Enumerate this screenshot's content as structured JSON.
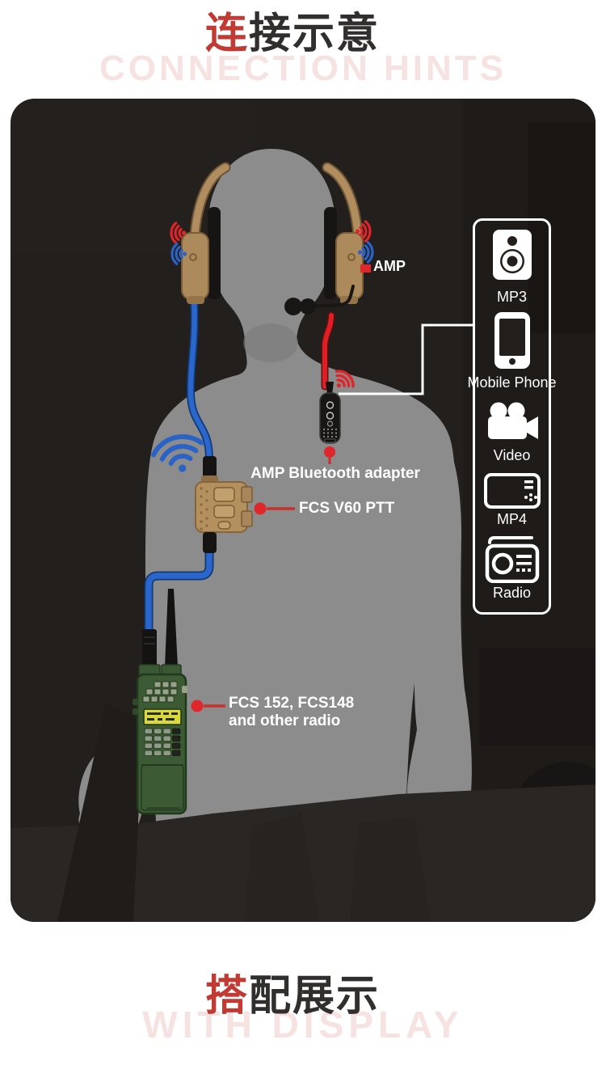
{
  "header": {
    "title_red": "连",
    "title_black": "接示意",
    "watermark": "CONNECTION HINTS"
  },
  "footer": {
    "title_red": "搭",
    "title_black": "配展示",
    "watermark": "WITH DISPLAY"
  },
  "diagram": {
    "labels": {
      "amp": "AMP",
      "bluetooth_adapter": "AMP Bluetooth adapter",
      "ptt": "FCS V60 PTT",
      "radio_line1": "FCS 152, FCS148",
      "radio_line2": "and other radio"
    },
    "devices_box": {
      "items": [
        {
          "icon": "speaker-icon",
          "label": "MP3"
        },
        {
          "icon": "mobile-phone-icon",
          "label": "Mobile Phone"
        },
        {
          "icon": "video-camera-icon",
          "label": "Video"
        },
        {
          "icon": "mp4-player-icon",
          "label": "MP4"
        },
        {
          "icon": "radio-icon",
          "label": "Radio"
        }
      ]
    },
    "colors": {
      "accent_red": "#e0262b",
      "cable_blue": "#2a63c8",
      "headset_tan": "#b08d5e",
      "radio_green": "#3c5a34",
      "screen_yellow": "#d8d93c",
      "silhouette_gray": "#8c8c8c",
      "panel_bg": "#221f1d",
      "title_red": "#c13a33",
      "watermark_pink": "#f6e2e1"
    }
  }
}
